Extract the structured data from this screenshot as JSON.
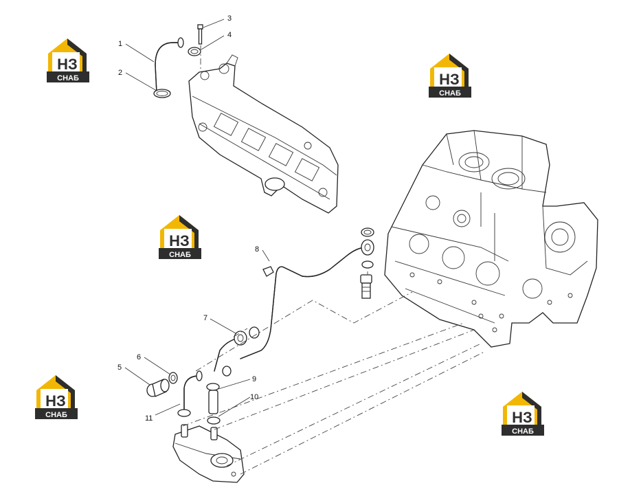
{
  "callouts": [
    {
      "label": "1"
    },
    {
      "label": "2"
    },
    {
      "label": "3"
    },
    {
      "label": "4"
    },
    {
      "label": "5"
    },
    {
      "label": "6"
    },
    {
      "label": "7"
    },
    {
      "label": "8"
    },
    {
      "label": "9"
    },
    {
      "label": "10"
    },
    {
      "label": "11"
    }
  ],
  "watermark": {
    "big": "НЗ",
    "small": "СНАБ"
  },
  "colors": {
    "accent": "#f2b705",
    "logo_dark": "#2e2e2e",
    "line": "#222222"
  }
}
